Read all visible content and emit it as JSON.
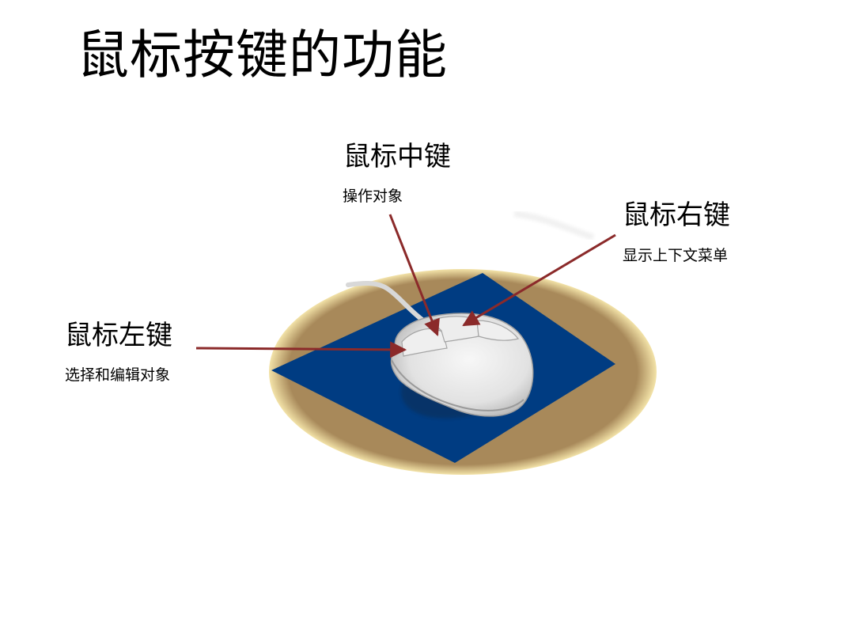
{
  "title": "鼠标按键的功能",
  "middle_button": {
    "label": "鼠标中键",
    "description": "操作对象"
  },
  "right_button": {
    "label": "鼠标右键",
    "description": "显示上下文菜单"
  },
  "left_button": {
    "label": "鼠标左键",
    "description": "选择和编辑对象"
  },
  "colors": {
    "arrow": "#8b2a2a",
    "mousepad": "#003c82",
    "table": "#a8895a",
    "mouse": "#e8e8e8"
  }
}
